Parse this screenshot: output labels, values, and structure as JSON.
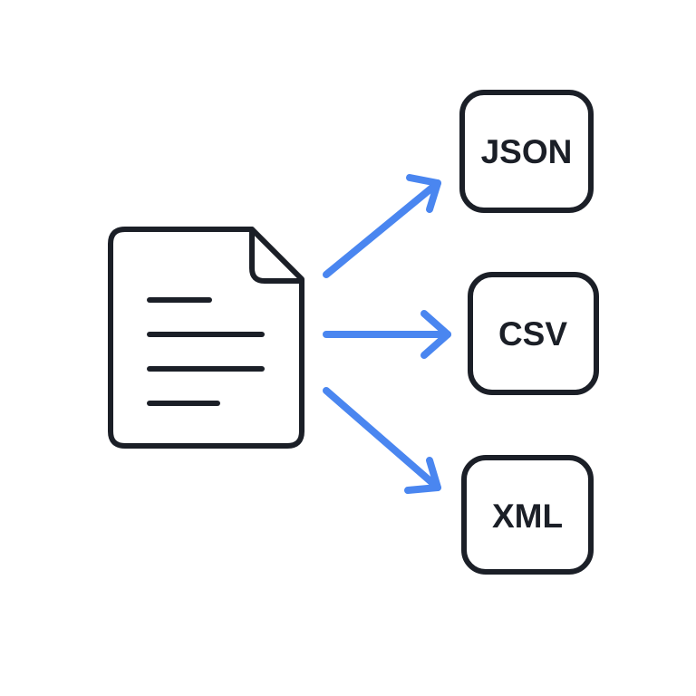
{
  "source": {
    "icon": "document-icon"
  },
  "formats": [
    {
      "label": "JSON"
    },
    {
      "label": "CSV"
    },
    {
      "label": "XML"
    }
  ],
  "colors": {
    "ink": "#1b1f27",
    "arrow": "#4a86f0",
    "background": "#ffffff"
  }
}
